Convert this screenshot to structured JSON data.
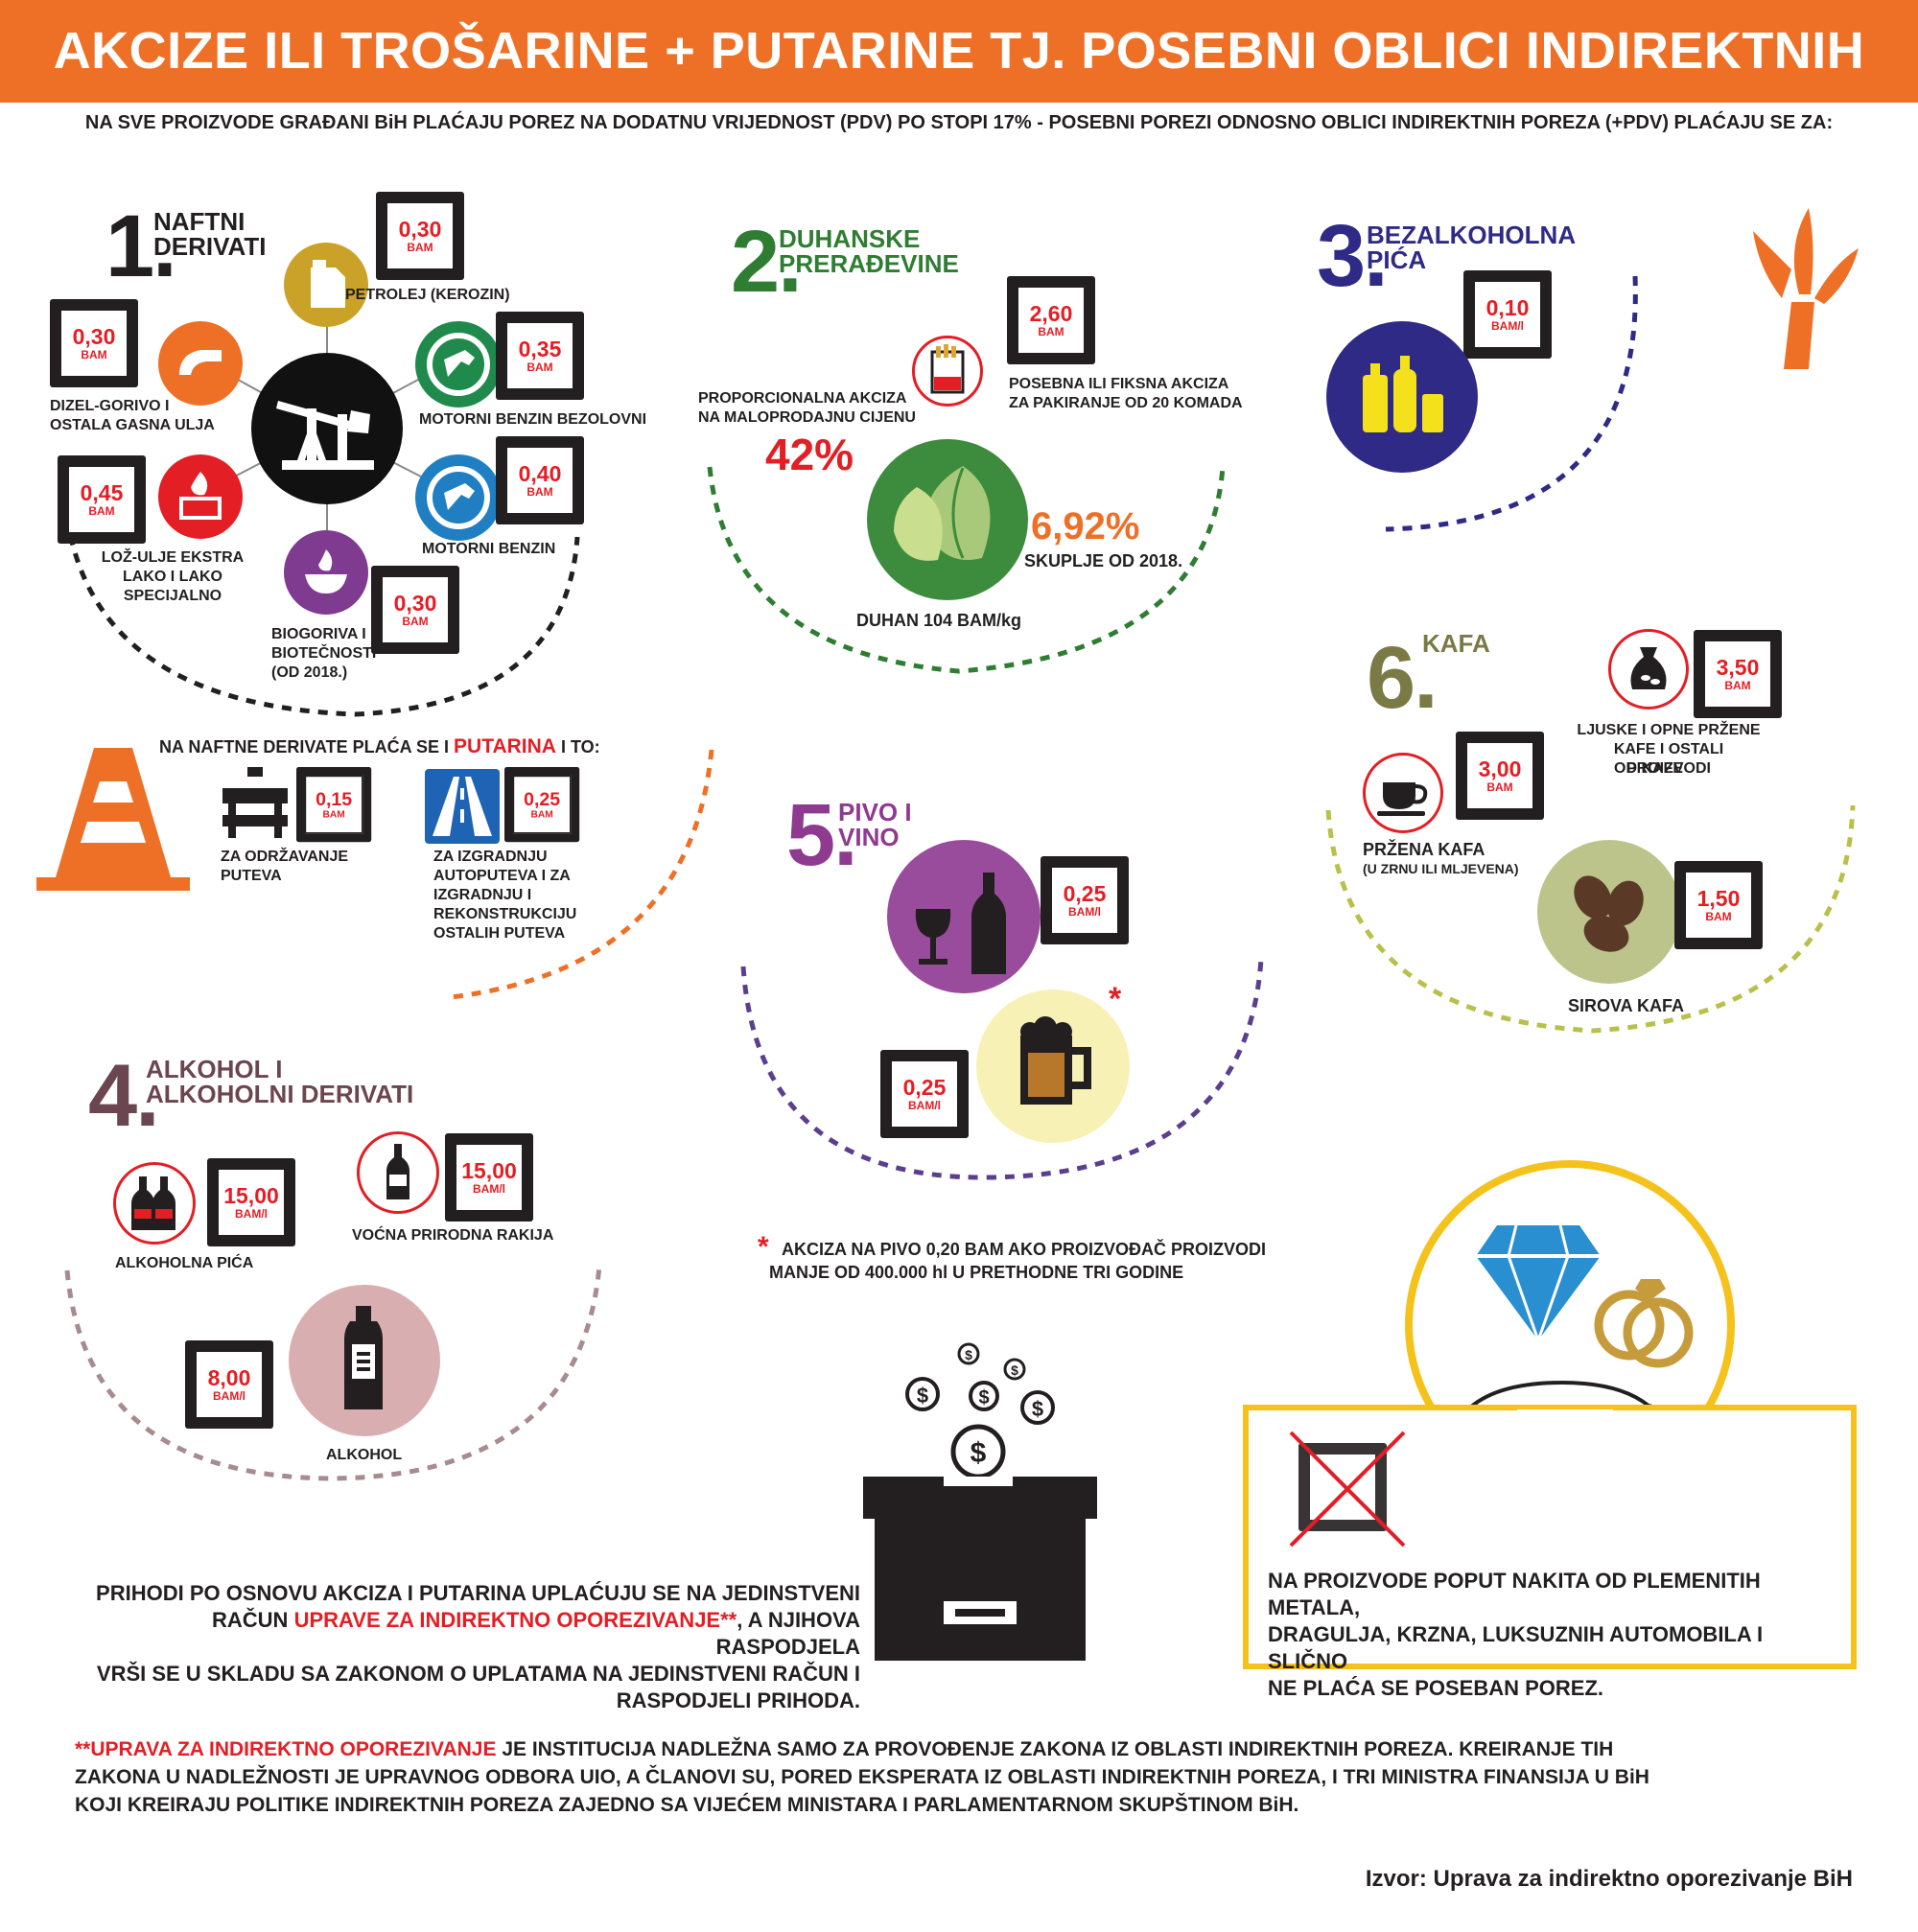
{
  "title": "AKCIZE ILI TROŠARINE + PUTARINE TJ. POSEBNI OBLICI INDIREKTNIH POREZA U BiH",
  "subtitle": "NA SVE PROIZVODE GRAĐANI BiH PLAĆAJU POREZ NA DODATNU VRIJEDNOST (PDV) PO STOPI 17% - POSEBNI POREZI ODNOSNO OBLICI INDIREKTNIH POREZA (+PDV) PLAĆAJU SE ZA:",
  "colors": {
    "orange": "#ee7027",
    "red": "#e31e24",
    "green": "#2e7d32",
    "navy": "#2e2a86",
    "purple": "#8e3b8f",
    "olive": "#7a7a46",
    "maroon": "#6b4550",
    "gold": "#f5c21b"
  },
  "s1": {
    "num": "1.",
    "title_1": "NAFTNI",
    "title_2": "DERIVATI",
    "center_icon": "oil-pump-icon",
    "items": [
      {
        "label_1": "PETROLEJ (KEROZIN)",
        "label_2": "",
        "label_3": "",
        "value": "0,30",
        "unit": "BAM",
        "icon": "jerrycan-icon"
      },
      {
        "label_1": "MOTORNI BENZIN BEZOLOVNI",
        "label_2": "",
        "label_3": "",
        "value": "0,35",
        "unit": "BAM",
        "icon": "fuel-nozzle-icon"
      },
      {
        "label_1": "MOTORNI BENZIN",
        "label_2": "",
        "label_3": "",
        "value": "0,40",
        "unit": "BAM",
        "icon": "fuel-nozzle-icon"
      },
      {
        "label_1": "BIOGORIVA I",
        "label_2": "BIOTEČNOSTI",
        "label_3": "(OD 2018.)",
        "value": "0,30",
        "unit": "BAM",
        "icon": "fire-bowl-icon"
      },
      {
        "label_1": "LOŽ-ULJE EKSTRA",
        "label_2": "LAKO I LAKO",
        "label_3": "SPECIJALNO",
        "value": "0,45",
        "unit": "BAM",
        "icon": "burner-icon"
      },
      {
        "label_1": "DIZEL-GORIVO I",
        "label_2": "OSTALA GASNA ULJA",
        "label_3": "",
        "value": "0,30",
        "unit": "BAM",
        "icon": "diesel-nozzle-icon"
      }
    ],
    "toll_intro_1": "NA NAFTNE DERIVATE PLAĆA SE I",
    "toll_word": "PUTARINA",
    "toll_intro_2": "I TO:",
    "tolls": [
      {
        "label_1": "ZA ODRŽAVANJE",
        "label_2": "PUTEVA",
        "label_3": "",
        "label_4": "",
        "label_5": "",
        "value": "0,15",
        "unit": "BAM"
      },
      {
        "label_1": "ZA IZGRADNJU",
        "label_2": "AUTOPUTEVA I ZA",
        "label_3": "IZGRADNJU I",
        "label_4": "REKONSTRUKCIJU",
        "label_5": "OSTALIH PUTEVA",
        "value": "0,25",
        "unit": "BAM"
      }
    ]
  },
  "s2": {
    "num": "2.",
    "title_1": "DUHANSKE",
    "title_2": "PRERAĐEVINE",
    "prop_1": "PROPORCIONALNA AKCIZA",
    "prop_2": "NA MALOPRODAJNU CIJENU",
    "prop_value": "42%",
    "fixed_1": "POSEBNA ILI FIKSNA AKCIZA",
    "fixed_2": "ZA PAKIRANJE OD 20 KOMADA",
    "fixed_value": "2,60",
    "fixed_unit": "BAM",
    "increase": "6,92%",
    "increase_label": "SKUPLJE OD 2018.",
    "tobacco": "DUHAN 104 BAM/kg"
  },
  "s3": {
    "num": "3.",
    "title_1": "BEZALKOHOLNA",
    "title_2": "PIĆA",
    "value": "0,10",
    "unit": "BAM/l"
  },
  "s4": {
    "num": "4.",
    "title_1": "ALKOHOL I",
    "title_2": "ALKOHOLNI DERIVATI",
    "items": [
      {
        "label": "ALKOHOLNA PIĆA",
        "value": "15,00",
        "unit": "BAM/l"
      },
      {
        "label": "VOĆNA PRIRODNA RAKIJA",
        "value": "15,00",
        "unit": "BAM/l"
      },
      {
        "label": "ALKOHOL",
        "value": "8,00",
        "unit": "BAM/l"
      }
    ]
  },
  "s5": {
    "num": "5.",
    "title_1": "PIVO I",
    "title_2": "VINO",
    "wine_value": "0,25",
    "wine_unit": "BAM/l",
    "beer_value": "0,25",
    "beer_unit": "BAM/l",
    "note_mark": "*",
    "note_1": "AKCIZA NA PIVO 0,20 BAM AKO PROIZVOĐAČ PROIZVODI",
    "note_2": "MANJE OD 400.000 hl U PRETHODNE TRI GODINE"
  },
  "s6": {
    "num": "6.",
    "title": "KAFA",
    "items": [
      {
        "label_1": "LJUSKE I OPNE PRŽENE",
        "label_2": "KAFE I OSTALI PROIZVODI",
        "label_3": "OD KAFE",
        "value": "3,50",
        "unit": "BAM"
      },
      {
        "label_1": "PRŽENA KAFA",
        "label_2": "(U ZRNU ILI MLJEVENA)",
        "label_3": "",
        "value": "3,00",
        "unit": "BAM"
      },
      {
        "label_1": "SIROVA KAFA",
        "label_2": "",
        "label_3": "",
        "value": "1,50",
        "unit": "BAM"
      }
    ]
  },
  "revenue": {
    "line_1": "PRIHODI PO OSNOVU AKCIZA I PUTARINA UPLAĆUJU SE NA JEDINSTVENI",
    "line_2a": "RAČUN",
    "line_2_red": "UPRAVE ZA INDIREKTNO OPOREZIVANJE**",
    "line_2b": ", A NJIHOVA RASPODJELA",
    "line_3": "VRŠI SE U SKLADU SA ZAKONOM O UPLATAMA NA JEDINSTVENI RAČUN I",
    "line_4": "RASPODJELI PRIHODA."
  },
  "luxury": {
    "line_1": "NA PROIZVODE POPUT NAKITA OD PLEMENITIH METALA,",
    "line_2": "DRAGULJA, KRZNA, LUKSUZNIH AUTOMOBILA I SLIČNO",
    "line_3": "NE PLAĆA SE POSEBAN POREZ."
  },
  "footnote": {
    "red": "**UPRAVA ZA INDIREKTNO OPOREZIVANJE",
    "line_1": "JE INSTITUCIJA NADLEŽNA SAMO ZA PROVOĐENJE ZAKONA IZ OBLASTI INDIREKTNIH POREZA. KREIRANJE TIH",
    "line_2": "ZAKONA U NADLEŽNOSTI JE UPRAVNOG ODBORA UIO, A ČLANOVI SU, PORED EKSPERATA IZ OBLASTI INDIREKTNIH POREZA, I TRI MINISTRA FINANSIJA U BiH",
    "line_3": "KOJI KREIRAJU POLITIKE INDIREKTNIH POREZA ZAJEDNO SA VIJEĆEM MINISTARA I PARLAMENTARNOM SKUPŠTINOM BiH."
  },
  "source": "Izvor: Uprava za indirektno oporezivanje BiH"
}
